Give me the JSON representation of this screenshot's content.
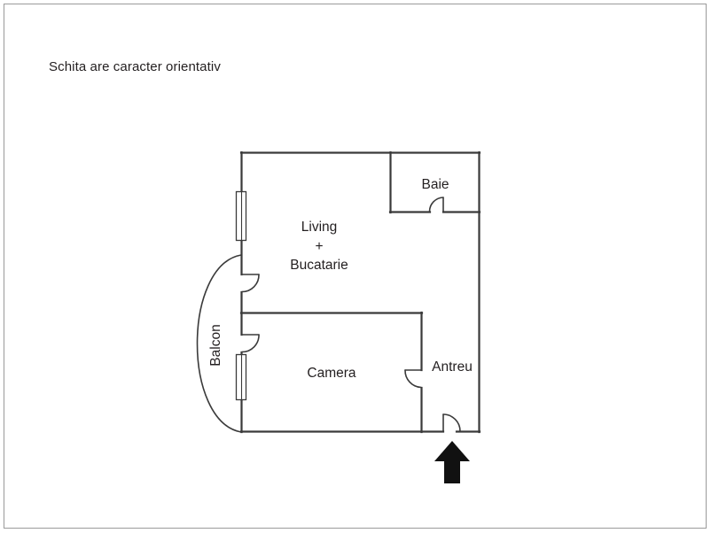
{
  "page": {
    "caption": "Schita are caracter orientativ",
    "background_color": "#ffffff",
    "border_color": "#9a9a9a",
    "wall_color": "#3a3a3a",
    "text_color": "#231f20",
    "arrow_color": "#111111"
  },
  "floorplan": {
    "title": "Schita are caracter orientativ",
    "rooms": [
      {
        "id": "living",
        "label_lines": [
          "Living",
          "+",
          "Bucatarie"
        ],
        "label": "Living + Bucatarie"
      },
      {
        "id": "baie",
        "label_lines": [
          "Baie"
        ],
        "label": "Baie"
      },
      {
        "id": "camera",
        "label_lines": [
          "Camera"
        ],
        "label": "Camera"
      },
      {
        "id": "antreu",
        "label_lines": [
          "Antreu"
        ],
        "label": "Antreu"
      },
      {
        "id": "balcon",
        "label_lines": [
          "Balcon"
        ],
        "label": "Balcon",
        "rotated": "vertical"
      }
    ],
    "features": {
      "windows": 2,
      "doors": 4,
      "entrance_arrow": "up-arrow"
    }
  }
}
